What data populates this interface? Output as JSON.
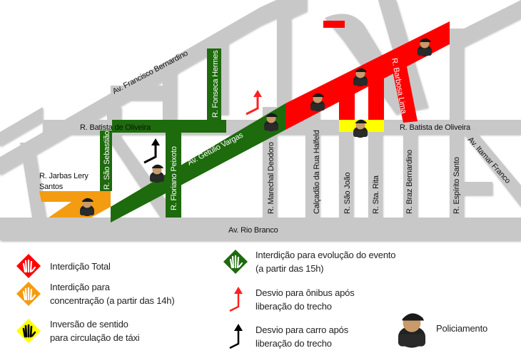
{
  "colors": {
    "street": "#c8c8c8",
    "total": "#ff0000",
    "concentration": "#f39c12",
    "taxi": "#ffff00",
    "evolution": "#1d6b0c",
    "bus_arrow": "#ff2020",
    "car_arrow": "#000000"
  },
  "streets": {
    "francisco_bernardino": "Av. Francisco Bernardino",
    "fonseca_hermes": "R. Fonseca Hermes",
    "batista_oliveira_left": "R. Batista de Oliveira",
    "batista_oliveira_right": "R. Batista de Oliveira",
    "sao_sebastiao": "R. São Sebastião",
    "jarbas_1": "R. Jarbas Lery",
    "jarbas_2": "Santos",
    "floriano": "R. Floriano Peixoto",
    "getulio": "Av. Getúlio Vargas",
    "marechal": "R. Marechal Deodoro",
    "halfeld": "Calçadão da Rua Halfeld",
    "sao_joao": "R. São João",
    "sta_rita": "R. Sta. Rita",
    "barbosa": "R. Barbosa Lima",
    "braz": "R. Braz Bernardino",
    "espirito": "R. Espírito Santo",
    "itamar": "Av. Itamar Franco",
    "rio_branco": "Av. Rio Branco"
  },
  "legend": {
    "total": "Interdição Total",
    "concentration_1": "Interdição para",
    "concentration_2": "concentração (a partir das 14h)",
    "taxi_1": "Inversão de sentido",
    "taxi_2": "para circulação de táxi",
    "evolution_1": "Interdição para evolução do evento",
    "evolution_2": "(a partir das 15h)",
    "bus_1": "Desvio para ônibus após",
    "bus_2": "liberação do trecho",
    "car_1": "Desvio para carro após",
    "car_2": "liberação do trecho",
    "police": "Policiamento"
  }
}
